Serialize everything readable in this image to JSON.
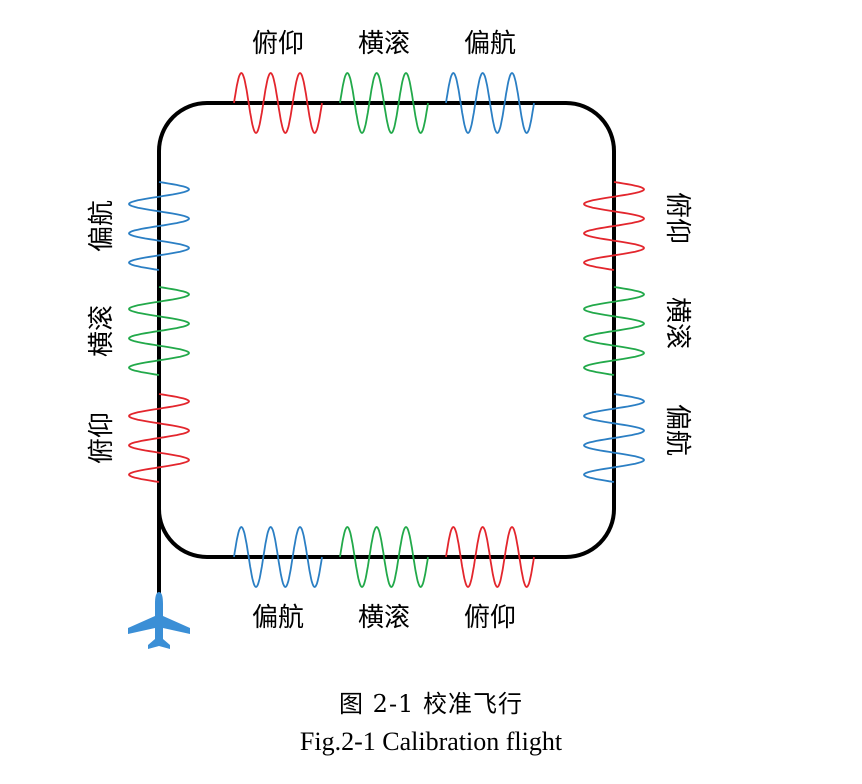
{
  "labels": {
    "top": [
      "俯仰",
      "横滚",
      "偏航"
    ],
    "right": [
      "俯仰",
      "横滚",
      "偏航"
    ],
    "bottom": [
      "偏航",
      "横滚",
      "俯仰"
    ],
    "left": [
      "偏航",
      "横滚",
      "俯仰"
    ]
  },
  "wave_colors": {
    "俯仰": "#e3262d",
    "横滚": "#22a94a",
    "偏航": "#2b7fc4"
  },
  "path_color": "#000000",
  "aircraft_color": "#3b8fd6",
  "aircraft_icon": "airplane-icon",
  "caption": {
    "chinese": "图 2-1  校准飞行",
    "english": "Fig.2-1  Calibration flight"
  }
}
